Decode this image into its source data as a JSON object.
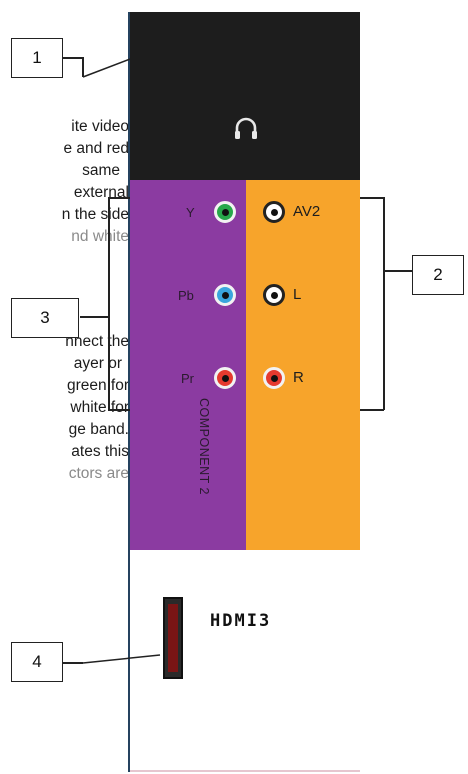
{
  "body_text": [
    {
      "text": "ite  video",
      "grey": false
    },
    {
      "text": "e and red",
      "grey": false
    },
    {
      "text": "same",
      "grey": false
    },
    {
      "text": "external",
      "grey": false
    },
    {
      "text": "n the side",
      "grey": false
    },
    {
      "text": "nd white",
      "grey": true
    },
    {
      "text": "nnect the",
      "grey": false
    },
    {
      "text": "ayer or",
      "grey": false
    },
    {
      "text": "green for",
      "grey": false
    },
    {
      "text": "white for",
      "grey": false
    },
    {
      "text": "ge band.",
      "grey": false
    },
    {
      "text": "ates this",
      "grey": false
    },
    {
      "text": "ctors  are",
      "grey": true
    }
  ],
  "callouts": [
    "1",
    "2",
    "3",
    "4"
  ],
  "headphone_icon": "headphone-icon",
  "component_jacks": [
    {
      "label": "Y",
      "color": "#27a84a"
    },
    {
      "label": "Pb",
      "color": "#3aa6dd"
    },
    {
      "label": "Pr",
      "color": "#e53a2f"
    }
  ],
  "av_jacks": [
    {
      "label": "AV2",
      "color": "#ffffff"
    },
    {
      "label": "L",
      "color": "#ffffff"
    },
    {
      "label": "R",
      "color": "#e53a2f"
    }
  ],
  "component_vertical_label": "COMPONENT 2",
  "hdmi_label": "HDMI3",
  "colors": {
    "black_panel": "#1d1d1d",
    "purple_panel": "#8b3ba1",
    "orange_panel": "#f7a42b"
  }
}
